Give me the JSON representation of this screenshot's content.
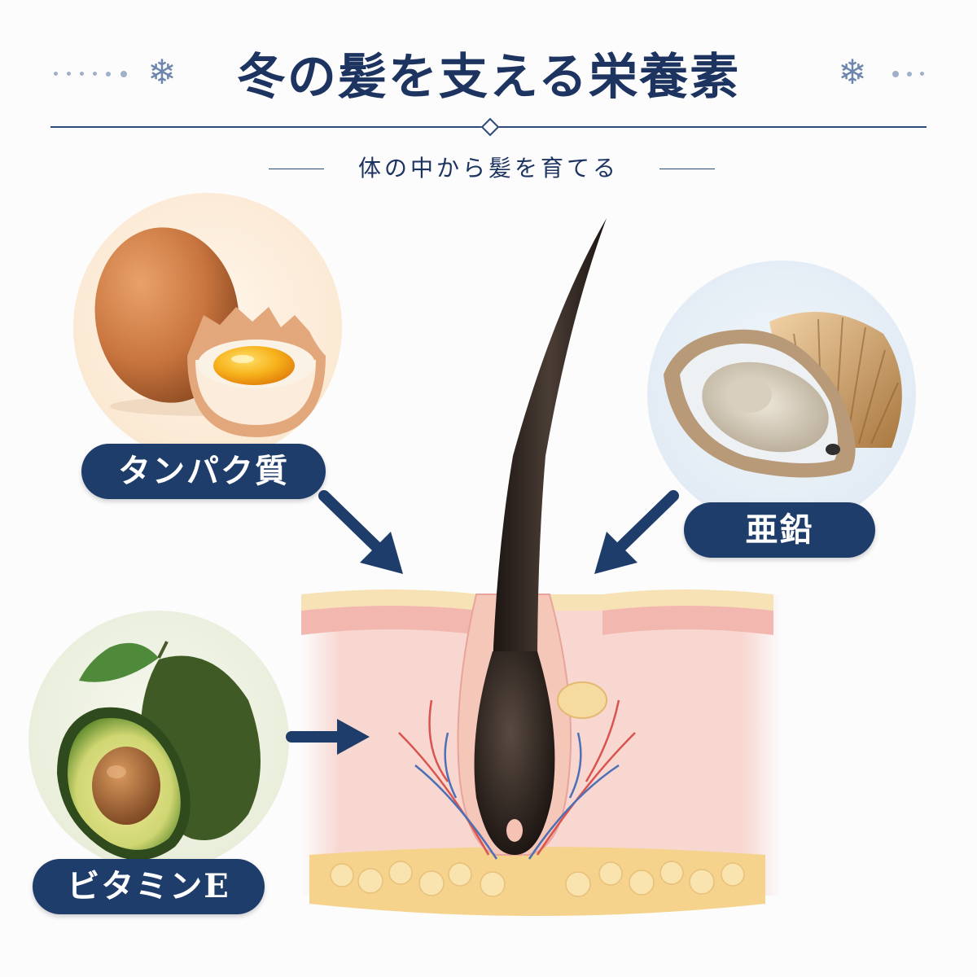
{
  "header": {
    "title": "冬の髪を支える栄養素",
    "subtitle": "体の中から髪を育てる",
    "decoration_icon": "snowflake-icon"
  },
  "nutrients": [
    {
      "label": "タンパク質",
      "food_icon": "egg-icon"
    },
    {
      "label": "亜鉛",
      "food_icon": "oyster-icon"
    },
    {
      "label": "ビタミンE",
      "food_icon": "avocado-icon"
    }
  ],
  "illustration": {
    "icon": "hair-follicle-icon"
  },
  "colors": {
    "navy": "#1f3d6a",
    "title": "#1d3461",
    "skin": "#f6c9c2",
    "fat": "#f7dc9c",
    "hair": "#2b211c"
  }
}
